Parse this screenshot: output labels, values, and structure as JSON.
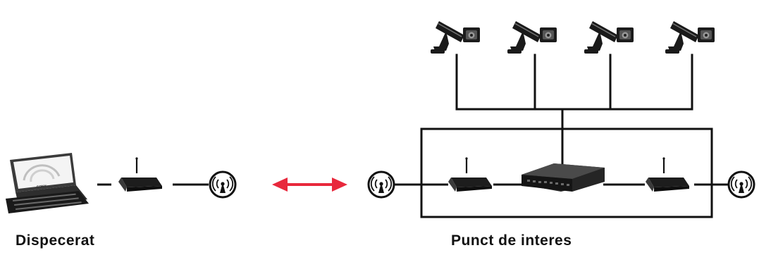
{
  "labels": {
    "dispatch": "Dispecerat",
    "point_of_interest": "Punct de interes"
  },
  "laptop": {
    "brand": "SONY"
  },
  "colors": {
    "line": "#111111",
    "wireless_link": "#e8283c",
    "device_body": "#1d1d1d",
    "background": "#ffffff"
  },
  "icons": {
    "camera": "cctv-camera-icon",
    "router": "wireless-router-icon",
    "antenna": "antenna-icon",
    "switch": "network-switch-icon",
    "laptop": "laptop-icon",
    "link": "bidirectional-arrow-icon"
  }
}
